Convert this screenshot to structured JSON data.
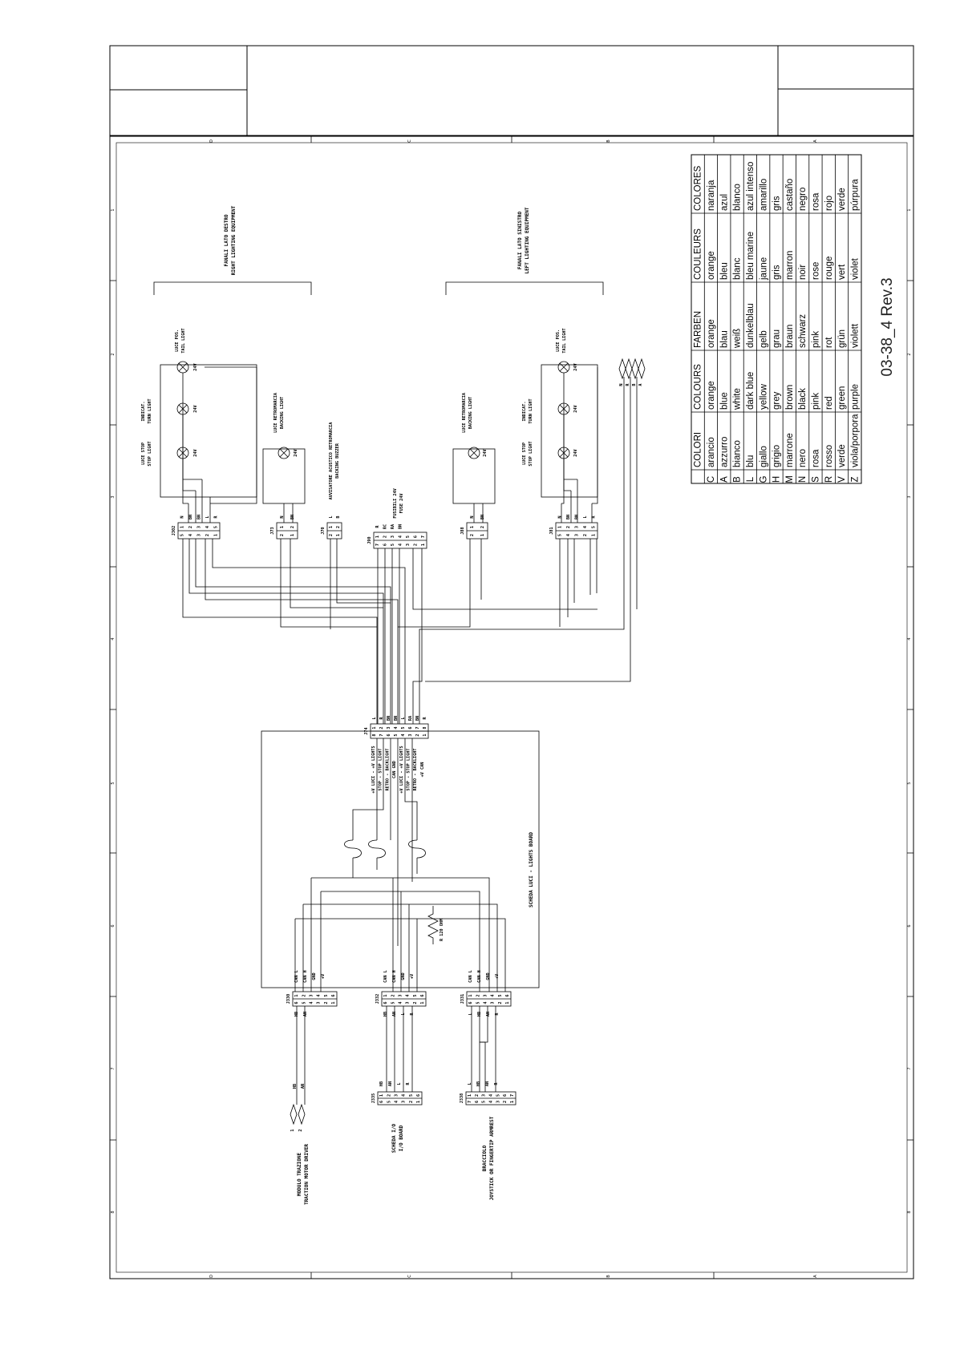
{
  "drawing": {
    "revision_code": "03-38_4 Rev.3"
  },
  "zone_letters": [
    "D",
    "C",
    "B",
    "A"
  ],
  "zone_numbers": [
    "1",
    "2",
    "3",
    "4",
    "5",
    "6",
    "7",
    "8"
  ],
  "groups": {
    "right_lighting": [
      "FANALI LATO DESTRO",
      "RIGHT LIGHTING EQUIPMENT"
    ],
    "left_lighting": [
      "FANALI LATO SINISTRO",
      "LEFT LIGHTING EQUIPMENT"
    ],
    "board": "SCHEDA LUCI - LIGHTS BOARD"
  },
  "lamps": {
    "tail": [
      "LUCE POS.",
      "TAIL LIGHT"
    ],
    "turn": [
      "INDICAT.",
      "TURN LIGHT"
    ],
    "stop": [
      "LUCE STOP",
      "STOP LIGHT"
    ],
    "backing": [
      "LUCE RETROMARCIA",
      "BACKING LIGHT"
    ],
    "voltage": "24V"
  },
  "buzzer": [
    "AVVISATORE ACUSTICO RETROMARCIA",
    "BACKING BUZZER"
  ],
  "fuse": [
    "FUSIBILI 24V",
    "FUSE 24V"
  ],
  "devices": {
    "traction": [
      "MODULO TRAZIONE",
      "TRACTION MOTOR DRIVER"
    ],
    "io_board": [
      "SCHEDA I/O",
      "I/O BOARD"
    ],
    "armrest": [
      "BRACCIOLO",
      "JOYSTICK OR FINGERTIP ARMREST"
    ]
  },
  "connectors": {
    "j302": "J302",
    "j73": "J73",
    "j70": "J70",
    "j90": "J90",
    "j88": "J88",
    "j81": "J81",
    "j74": "J74",
    "j330": "J330",
    "j332": "J332",
    "j331": "J331",
    "j335": "J335",
    "j338": "J338"
  },
  "resistor": "R 120 OHM",
  "j74_signals": [
    "+V LUCI - +V LIGHTS",
    "STOP - STOP LIGHT",
    "RETRO - BACKLIGHT",
    "CAN GND",
    "+V LUCI - +V LIGHTS",
    "STOP - STOP LIGHT",
    "RETRO - BACKLIGHT",
    "+V CAN"
  ],
  "can_signals": [
    "CAN L",
    "CAN H",
    "GND",
    "+V"
  ],
  "wire_codes": {
    "lamp_conn": [
      "N",
      "BN",
      "BN",
      "L",
      "R"
    ],
    "small_conn": [
      "N",
      "BN"
    ],
    "buzzer_conn": [
      "L",
      "B"
    ],
    "fuse_conn": [
      "R",
      "RC",
      "RA",
      "BN"
    ],
    "j74": [
      "L",
      "R",
      "BN",
      "BN",
      "L",
      "RA",
      "BN",
      "R"
    ],
    "can": [
      "HB",
      "AN"
    ],
    "io": [
      "HB",
      "AN",
      "L",
      "R"
    ],
    "arm": [
      "L",
      "HB",
      "AN",
      "R"
    ],
    "plug": [
      "HB",
      "AN"
    ],
    "plug_pins": [
      "1",
      "2"
    ],
    "plug_letters": [
      "N",
      "R",
      "B",
      "A"
    ]
  },
  "colour_table": {
    "headers": [
      "COLORI",
      "COLOURS",
      "FARBEN",
      "COULEURS",
      "COLORES"
    ],
    "rows": [
      {
        "code": "C",
        "values": [
          "arancio",
          "orange",
          "orange",
          "orange",
          "naranja"
        ]
      },
      {
        "code": "A",
        "values": [
          "azzurro",
          "blue",
          "blau",
          "bleu",
          "azul"
        ]
      },
      {
        "code": "B",
        "values": [
          "bianco",
          "white",
          "weiß",
          "blanc",
          "blanco"
        ]
      },
      {
        "code": "L",
        "values": [
          "blu",
          "dark blue",
          "dunkelblau",
          "bleu marine",
          "azul intenso"
        ]
      },
      {
        "code": "G",
        "values": [
          "giallo",
          "yellow",
          "gelb",
          "jaune",
          "amarillo"
        ]
      },
      {
        "code": "H",
        "values": [
          "grigio",
          "grey",
          "grau",
          "gris",
          "gris"
        ]
      },
      {
        "code": "M",
        "values": [
          "marrone",
          "brown",
          "braun",
          "marron",
          "castaño"
        ]
      },
      {
        "code": "N",
        "values": [
          "nero",
          "black",
          "schwarz",
          "noir",
          "negro"
        ]
      },
      {
        "code": "S",
        "values": [
          "rosa",
          "pink",
          "pink",
          "rose",
          "rosa"
        ]
      },
      {
        "code": "R",
        "values": [
          "rosso",
          "red",
          "rot",
          "rouge",
          "rojo"
        ]
      },
      {
        "code": "V",
        "values": [
          "verde",
          "green",
          "grün",
          "vert",
          "verde"
        ]
      },
      {
        "code": "Z",
        "values": [
          "viola/porpora",
          "purple",
          "violett",
          "violet",
          "púrpura"
        ]
      }
    ]
  }
}
